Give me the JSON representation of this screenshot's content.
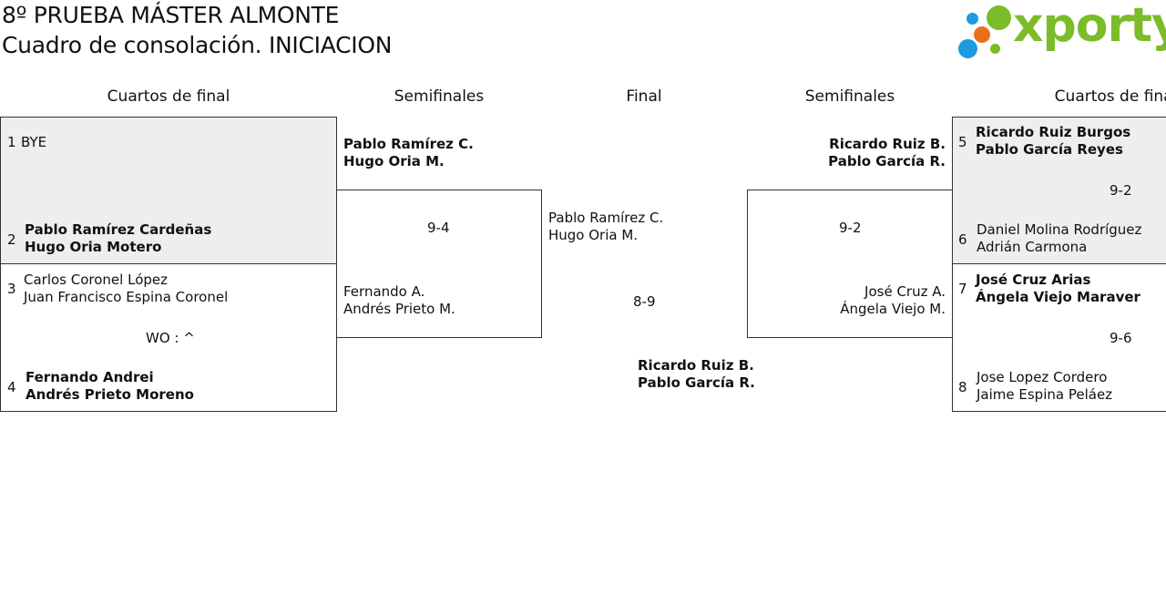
{
  "header": {
    "title_line1": "8º PRUEBA MÁSTER ALMONTE",
    "title_line2": "Cuadro de consolación. INICIACION",
    "logo_text": "xporty",
    "brand_color": "#7cbb2a",
    "logo_dot_colors": [
      "#1c9be0",
      "#7cbb2a",
      "#e8701a"
    ]
  },
  "columns": {
    "qf_left": "Cuartos de final",
    "sf_left": "Semifinales",
    "final": "Final",
    "sf_right": "Semifinales",
    "qf_right": "Cuartos de final"
  },
  "left_bracket": {
    "qf1": {
      "seed_top": "1",
      "top_line1": "BYE",
      "seed_bottom": "2",
      "bottom_line1": "Pablo Ramírez Cardeñas",
      "bottom_line2": "Hugo Oria Motero"
    },
    "qf2": {
      "seed_top": "3",
      "top_line1": "Carlos Coronel López",
      "top_line2": "Juan Francisco Espina Coronel",
      "score": "WO : ^",
      "seed_bottom": "4",
      "bottom_line1": "Fernando Andrei",
      "bottom_line2": "Andrés Prieto Moreno"
    },
    "sf": {
      "top_line1": "Pablo Ramírez C.",
      "top_line2": "Hugo Oria M.",
      "score": "9-4",
      "bottom_line1": "Fernando A.",
      "bottom_line2": "Andrés Prieto M."
    }
  },
  "final": {
    "top_line1": "Pablo Ramírez C.",
    "top_line2": "Hugo Oria M.",
    "score": "8-9",
    "winner_line1": "Ricardo Ruiz B.",
    "winner_line2": "Pablo García R."
  },
  "right_bracket": {
    "qf1": {
      "seed_top": "5",
      "top_line1": "Ricardo Ruiz Burgos",
      "top_line2": "Pablo García Reyes",
      "score": "9-2",
      "seed_bottom": "6",
      "bottom_line1": "Daniel Molina Rodríguez",
      "bottom_line2": "Adrián Carmona"
    },
    "qf2": {
      "seed_top": "7",
      "top_line1": "José Cruz Arias",
      "top_line2": "Ángela Viejo Maraver",
      "score": "9-6",
      "seed_bottom": "8",
      "bottom_line1": "Jose Lopez Cordero",
      "bottom_line2": "Jaime Espina Peláez"
    },
    "sf": {
      "top_line1": "Ricardo Ruiz B.",
      "top_line2": "Pablo García R.",
      "score": "9-2",
      "bottom_line1": "José Cruz A.",
      "bottom_line2": "Ángela Viejo M."
    }
  }
}
